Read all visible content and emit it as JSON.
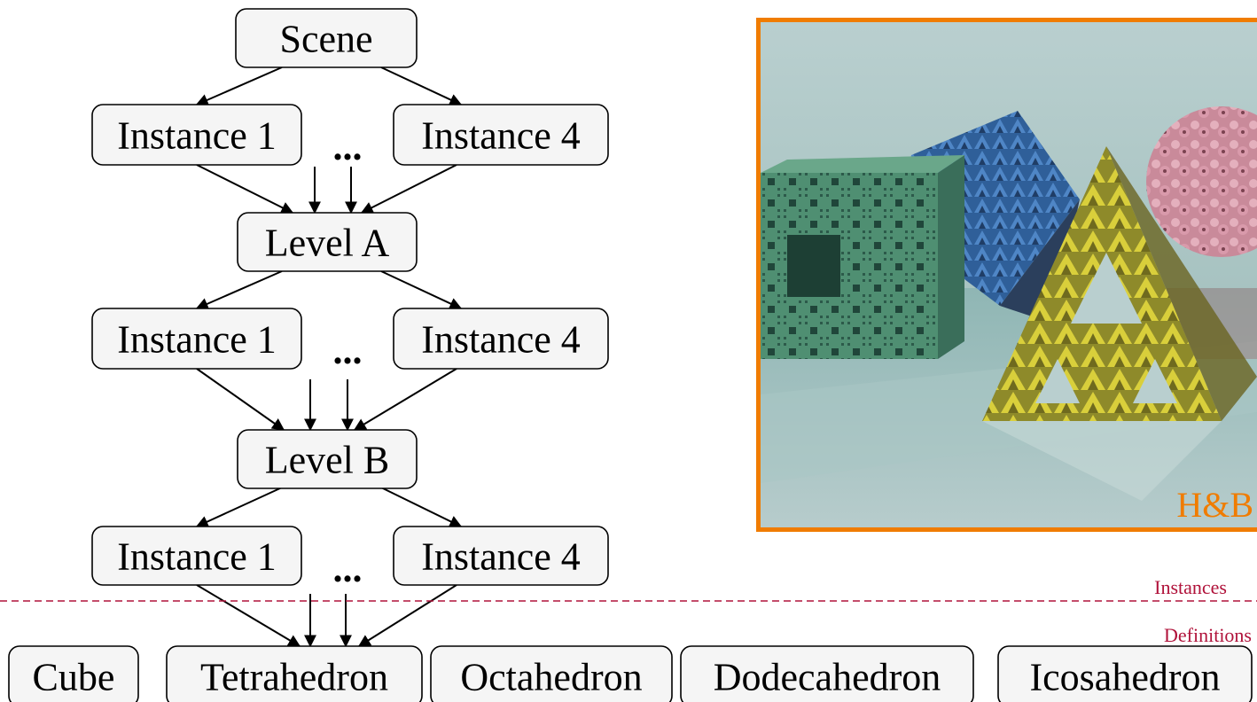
{
  "colors": {
    "accent": "#f07c00",
    "divider": "#b0123a",
    "node_fill": "#f5f5f5"
  },
  "nodes": {
    "scene": "Scene",
    "level_a_instance_1": "Instance 1",
    "level_a_instance_4": "Instance 4",
    "level_a": "Level A",
    "level_b_instance_1": "Instance 1",
    "level_b_instance_4": "Instance 4",
    "level_b": "Level B",
    "shape_instance_1": "Instance 1",
    "shape_instance_4": "Instance 4"
  },
  "ellipsis": "...",
  "definitions": [
    "Cube",
    "Tetrahedron",
    "Octahedron",
    "Dodecahedron",
    "Icosahedron"
  ],
  "divider": {
    "upper_label": "Instances",
    "lower_label": "Definitions"
  },
  "image": {
    "credit": "H&B",
    "description_icon": "fractal-solids-render"
  }
}
